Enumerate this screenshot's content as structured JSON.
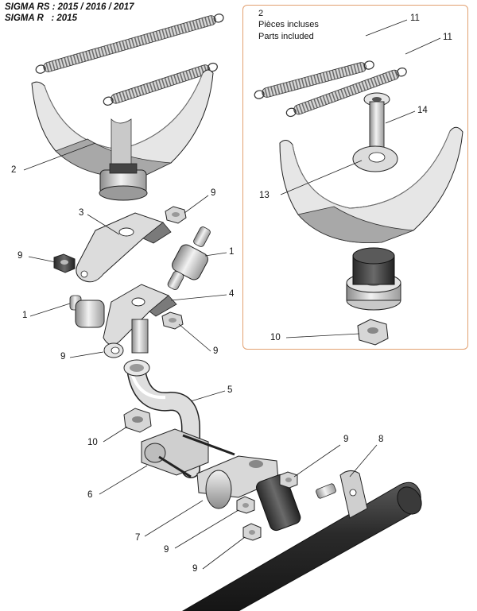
{
  "header": {
    "line1": "SIGMA RS : 2015 / 2016 / 2017",
    "line2": "SIGMA R   : 2015"
  },
  "inset": {
    "qty": "2",
    "fr": "Pièces incluses",
    "en": "Parts included"
  },
  "callouts": {
    "c_2": "2",
    "c_3": "3",
    "c_9a": "9",
    "c_9b": "9",
    "c_1a": "1",
    "c_1b": "1",
    "c_4": "4",
    "c_9c": "9",
    "c_9d": "9",
    "c_5": "5",
    "c_10a": "10",
    "c_6": "6",
    "c_7": "7",
    "c_9e": "9",
    "c_8": "8",
    "c_9f": "9",
    "c_9g": "9",
    "c_11a": "11",
    "c_11b": "11",
    "c_14": "14",
    "c_13": "13",
    "c_10b": "10"
  },
  "colors": {
    "part_fill": "#d9d9d9",
    "part_dark": "#5a5a5a",
    "tube": "#2e2e2e",
    "inset_border": "#e2a070"
  }
}
